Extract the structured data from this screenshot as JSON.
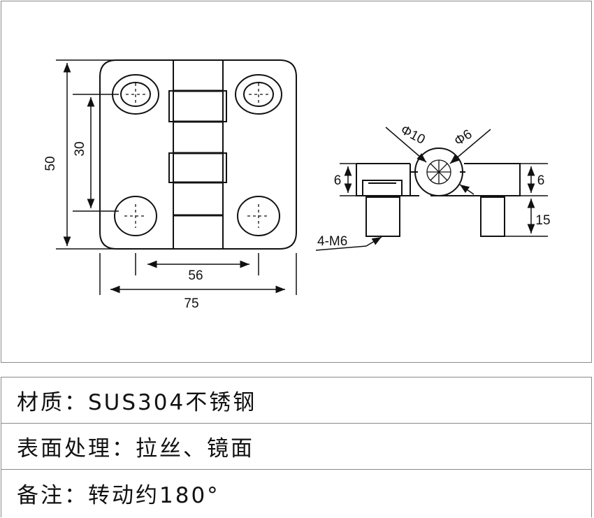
{
  "drawing": {
    "dims": {
      "height_total": "50",
      "height_hole": "30",
      "width_hole": "56",
      "width_total": "75",
      "thread": "4-M6",
      "dia_pin": "Φ6",
      "dia_knuckle": "Φ10",
      "thickness_left": "6",
      "thickness_right": "6",
      "bolt_length": "15"
    }
  },
  "specs": [
    {
      "text": "材质：SUS304不锈钢"
    },
    {
      "text": "表面处理：拉丝、镜面"
    },
    {
      "text": "备注：转动约180°"
    }
  ]
}
